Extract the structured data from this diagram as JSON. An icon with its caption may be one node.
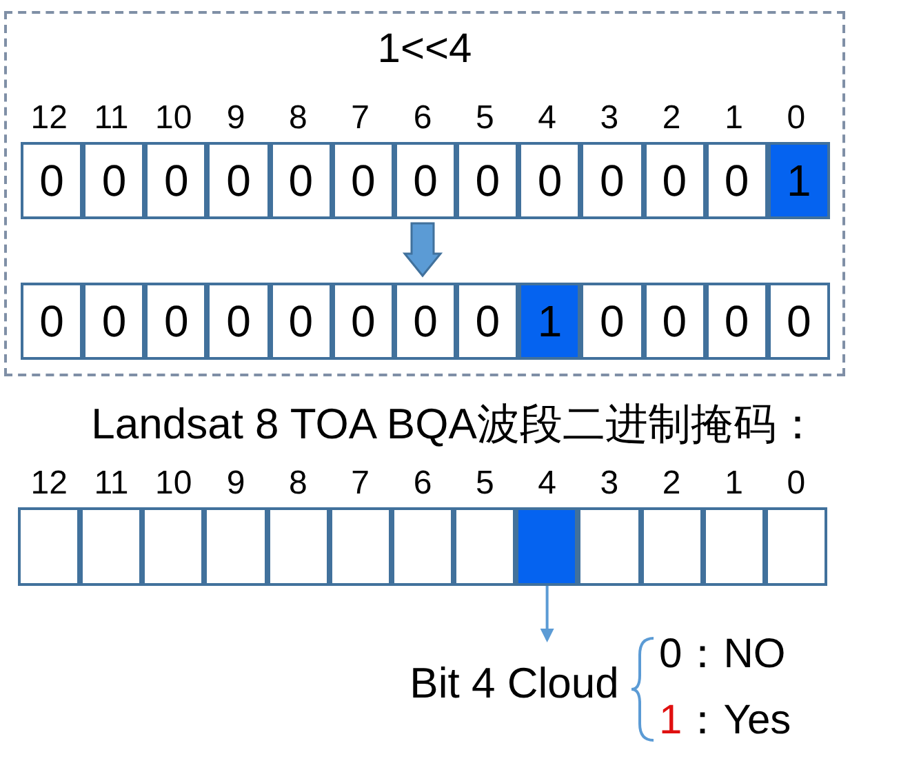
{
  "diagram": {
    "nodes": [
      {
        "text": [
          "1<<4"
        ]
      },
      {
        "text": [
          "0"
        ],
        "in": 0
      },
      {
        "text": [
          "0"
        ],
        "in": 0
      },
      {
        "text": [
          "0"
        ],
        "in": 0
      },
      {
        "text": [
          "0"
        ],
        "in": 0
      },
      {
        "text": [
          "0"
        ],
        "in": 0
      },
      {
        "text": [
          "0"
        ],
        "in": 0
      },
      {
        "text": [
          "0"
        ],
        "in": 0
      },
      {
        "text": [
          "0"
        ],
        "in": 0
      },
      {
        "text": [
          "0"
        ],
        "in": 0
      },
      {
        "text": [
          "0"
        ],
        "in": 0
      },
      {
        "text": [
          "0"
        ],
        "in": 0
      },
      {
        "text": [
          "0"
        ],
        "in": 0
      },
      {
        "text": [
          "1"
        ],
        "in": 0
      },
      {
        "text": [
          "0"
        ],
        "in": 0
      },
      {
        "text": [
          "0"
        ],
        "in": 0
      },
      {
        "text": [
          "0"
        ],
        "in": 0
      },
      {
        "text": [
          "0"
        ],
        "in": 0
      },
      {
        "text": [
          "0"
        ],
        "in": 0
      },
      {
        "text": [
          "0"
        ],
        "in": 0
      },
      {
        "text": [
          "0"
        ],
        "in": 0
      },
      {
        "text": [
          "0"
        ],
        "in": 0
      },
      {
        "text": [
          "1"
        ],
        "in": 0
      },
      {
        "text": [
          "0"
        ],
        "in": 0
      },
      {
        "text": [
          "0"
        ],
        "in": 0
      },
      {
        "text": [
          "0"
        ],
        "in": 0
      },
      {
        "text": [
          "0"
        ],
        "in": 0
      },
      {
        "text": [],
        "shape": "box"
      },
      {
        "text": [],
        "shape": "box"
      },
      {
        "text": [],
        "shape": "box"
      },
      {
        "text": [],
        "shape": "box"
      },
      {
        "text": [],
        "shape": "box"
      },
      {
        "text": [],
        "shape": "box"
      },
      {
        "text": [],
        "shape": "box"
      },
      {
        "text": [],
        "shape": "box"
      },
      {
        "text": [],
        "shape": "box"
      },
      {
        "text": [],
        "shape": "box"
      },
      {
        "text": [],
        "shape": "box"
      },
      {
        "text": [],
        "shape": "box"
      },
      {
        "text": [],
        "shape": "box"
      },
      {
        "text": [
          "Bit 4 Cloud"
        ]
      }
    ],
    "edges": [
      {
        "from": 7,
        "to": 20,
        "arrow": "to",
        "style": "thick"
      },
      {
        "from": 35,
        "to": 40,
        "arrow": "to"
      }
    ],
    "labels": [
      "12",
      "11",
      "10",
      "9",
      "8",
      "7",
      "6",
      "5",
      "4",
      "3",
      "2",
      "1",
      "0",
      "Landsat 8 TOA BQA波段二进制掩码：",
      "12",
      "11",
      "10",
      "9",
      "8",
      "7",
      "6",
      "5",
      "4",
      "3",
      "2",
      "1",
      "0",
      "0：NO",
      "1：Yes"
    ]
  }
}
